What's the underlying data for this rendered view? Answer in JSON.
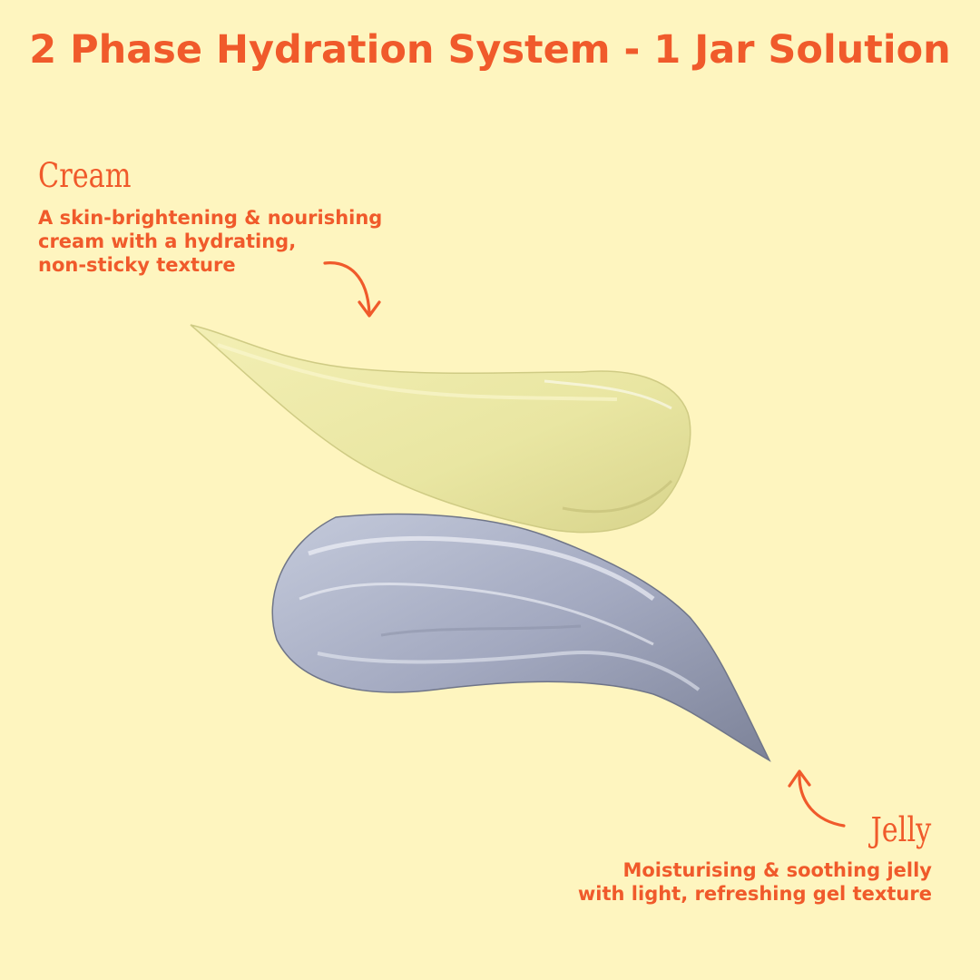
{
  "title": "2 Phase Hydration System - 1 Jar Solution",
  "cream": {
    "heading": "Cream",
    "description_lines": [
      "A skin-brightening & nourishing",
      "cream with a hydrating,",
      "non-sticky texture"
    ]
  },
  "jelly": {
    "heading": "Jelly",
    "description_lines": [
      "Moisturising & soothing jelly",
      "with light, refreshing gel texture"
    ]
  },
  "colors": {
    "background": "#fef5bf",
    "accent": "#f05a2b",
    "cream_swatch": "#ece9a6",
    "jelly_swatch": "#9ea5bd"
  },
  "icons": {
    "cream_arrow": "curved-arrow-down-icon",
    "jelly_arrow": "curved-arrow-up-icon"
  }
}
